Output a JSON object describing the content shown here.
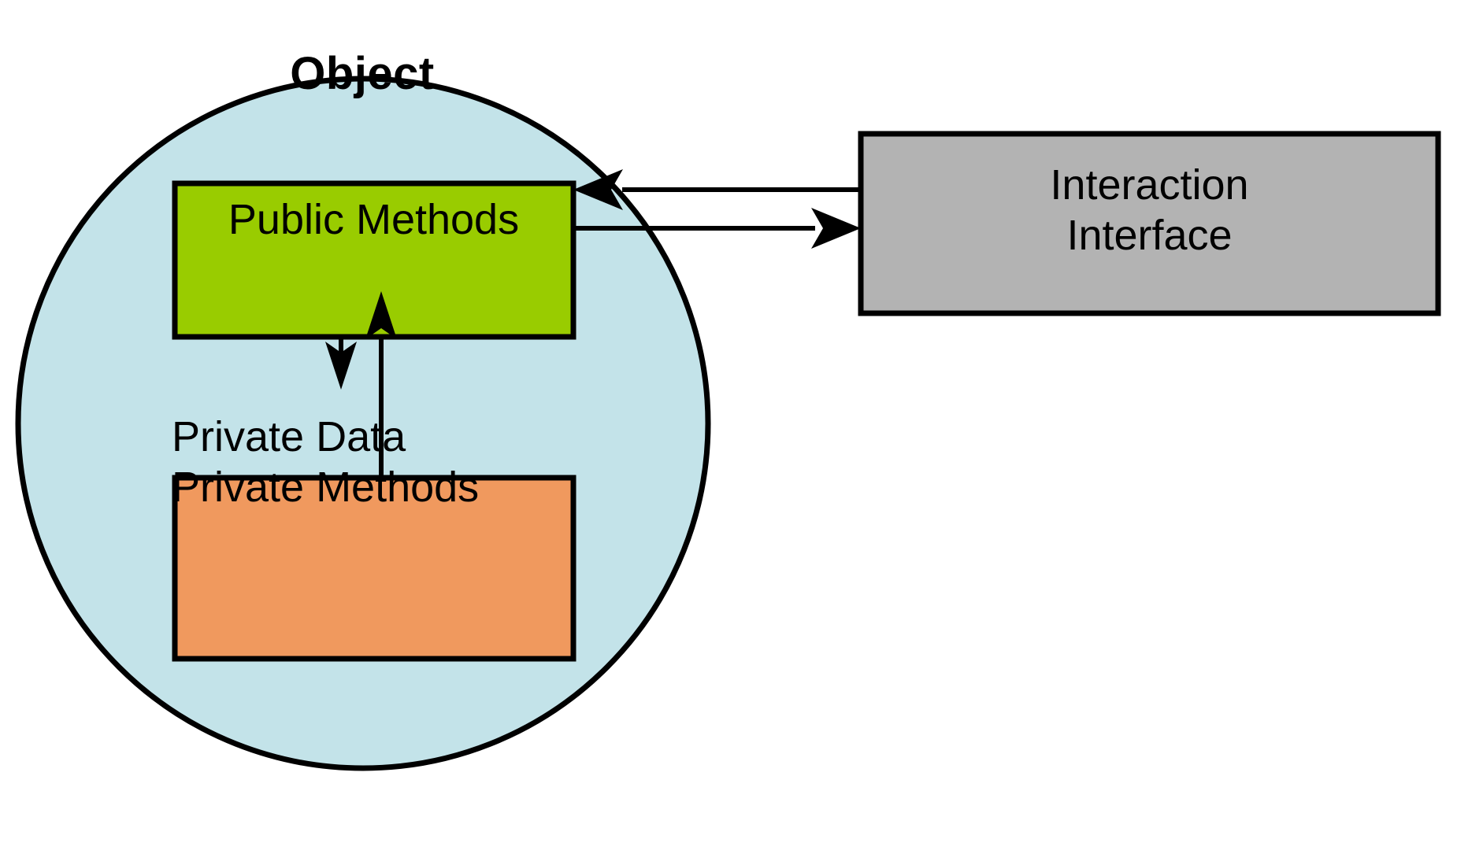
{
  "diagram": {
    "title": "Object encapsulation diagram",
    "container": {
      "name": "object-circle",
      "label": "Object",
      "shape": "circle",
      "fill": "#c3e3e9",
      "stroke": "#000000"
    },
    "nodes": [
      {
        "id": "public-methods",
        "label": "Public Methods",
        "fill": "#99cc00",
        "stroke": "#000000",
        "shape": "rectangle"
      },
      {
        "id": "private-members",
        "label": "Private Data\nPrivate Methods",
        "line1": "Private Data",
        "line2": "Private Methods",
        "fill": "#f0995e",
        "stroke": "#000000",
        "shape": "rectangle"
      },
      {
        "id": "interaction-interface",
        "label": "Interaction\nInterface",
        "line1": "Interaction",
        "line2": "Interface",
        "fill": "#b3b3b3",
        "stroke": "#000000",
        "shape": "rectangle"
      }
    ],
    "edges": [
      {
        "id": "public-to-private",
        "from": "public-methods",
        "to": "private-members",
        "direction": "down",
        "label": ""
      },
      {
        "id": "private-to-public",
        "from": "private-members",
        "to": "public-methods",
        "direction": "up",
        "label": ""
      },
      {
        "id": "interface-to-public",
        "from": "interaction-interface",
        "to": "public-methods",
        "direction": "left",
        "label": ""
      },
      {
        "id": "public-to-interface",
        "from": "public-methods",
        "to": "interaction-interface",
        "direction": "right",
        "label": ""
      }
    ],
    "colors": {
      "circle_fill": "#c3e3e9",
      "green_fill": "#99cc00",
      "orange_fill": "#f0995e",
      "gray_fill": "#b3b3b3",
      "stroke": "#000000",
      "background": "#ffffff"
    }
  }
}
